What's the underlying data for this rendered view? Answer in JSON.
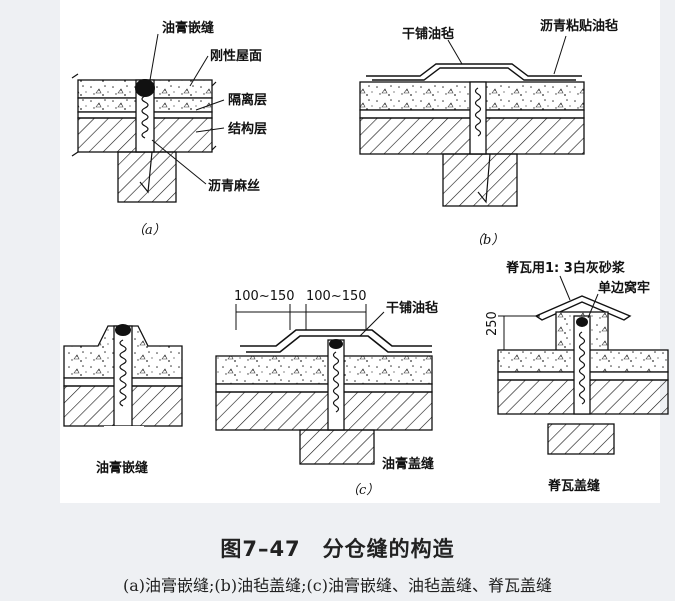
{
  "figure": {
    "caption": "图7–47　分仓缝的构造",
    "subcaption": "(a)油膏嵌缝;(b)油毡盖缝;(c)油膏嵌缝、油毡盖缝、脊瓦盖缝"
  },
  "panel_a": {
    "tag": "（a）",
    "labels": {
      "sealant": "油膏嵌缝",
      "rigid_roof": "刚性屋面",
      "isolation": "隔离层",
      "structural": "结构层",
      "jute": "沥青麻丝"
    }
  },
  "panel_b": {
    "tag": "（b）",
    "labels": {
      "dry_felt": "干铺油毡",
      "glued_felt": "沥青粘贴油毡"
    }
  },
  "panel_c": {
    "tag": "（c）",
    "dims": {
      "left": "100~150",
      "right": "100~150",
      "height": "250"
    },
    "labels": {
      "dry_felt": "干铺油毡",
      "sub1": "油膏嵌缝",
      "sub2": "油膏盖缝",
      "ridge_mortar": "脊瓦用1: 3白灰砂浆",
      "single_side": "单边窝牢",
      "sub3": "脊瓦盖缝"
    }
  },
  "colors": {
    "line": "#111111",
    "background": "#ffffff",
    "page": "#eef0f3"
  }
}
